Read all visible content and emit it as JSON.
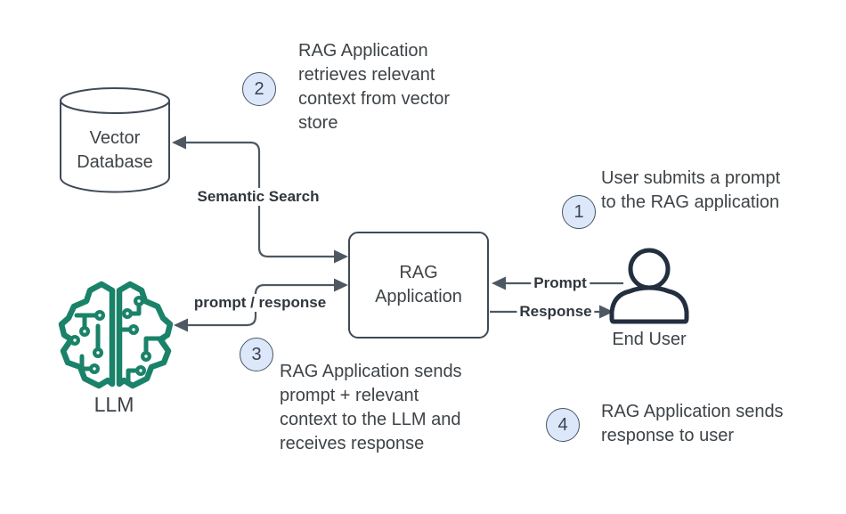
{
  "nodes": {
    "vector_db": {
      "label": "Vector\nDatabase"
    },
    "rag_app": {
      "label": "RAG\nApplication"
    },
    "llm": {
      "label": "LLM"
    },
    "end_user": {
      "label": "End User"
    }
  },
  "edges": {
    "semantic_search": {
      "label": "Semantic Search"
    },
    "prompt_response": {
      "label": "prompt / response"
    },
    "prompt": {
      "label": "Prompt"
    },
    "response": {
      "label": "Response"
    }
  },
  "steps": [
    {
      "number": "1",
      "text": "User submits a prompt\nto the RAG application"
    },
    {
      "number": "2",
      "text": "RAG Application\nretrieves relevant\ncontext from vector\nstore"
    },
    {
      "number": "3",
      "text": "RAG Application sends\nprompt + relevant\ncontext to the LLM and\nreceives response"
    },
    {
      "number": "4",
      "text": "RAG Application sends\nresponse to user"
    }
  ],
  "colors": {
    "stroke_dark": "#3F4957",
    "arrow": "#4E5862",
    "text": "#3E4347",
    "label_bold": "#30363D",
    "step_circle_fill": "#DCE7F9",
    "step_circle_border": "#485668",
    "llm_green": "#1A8269",
    "person_dark": "#232F3F",
    "background": "#FFFFFF"
  }
}
